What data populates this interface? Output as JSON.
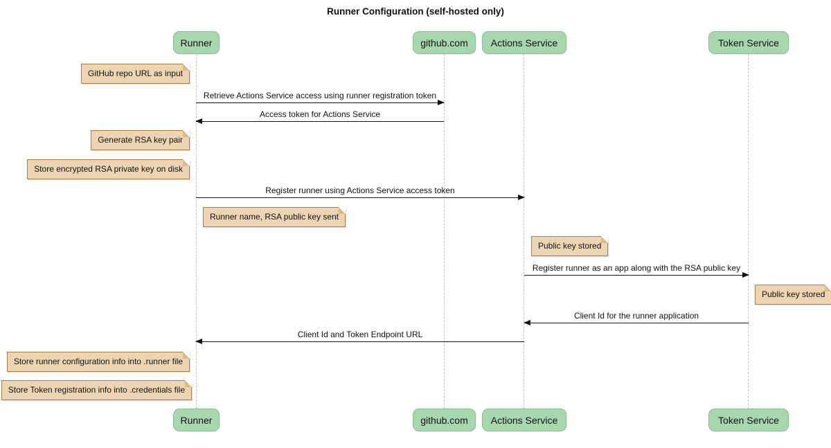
{
  "title": "Runner Configuration (self-hosted only)",
  "participants": [
    {
      "id": "runner",
      "label": "Runner"
    },
    {
      "id": "github",
      "label": "github.com"
    },
    {
      "id": "actions-service",
      "label": "Actions Service"
    },
    {
      "id": "token-service",
      "label": "Token Service"
    }
  ],
  "messages": [
    {
      "label": "Retrieve Actions Service access using runner registration token",
      "from": "Runner",
      "to": "github.com",
      "direction": "right"
    },
    {
      "label": "Access token for Actions Service",
      "from": "github.com",
      "to": "Runner",
      "direction": "left"
    },
    {
      "label": "Register runner using Actions Service access token",
      "from": "Runner",
      "to": "Actions Service",
      "direction": "right"
    },
    {
      "label": "Register runner as an app along with the RSA public key",
      "from": "Actions Service",
      "to": "Token Service",
      "direction": "right"
    },
    {
      "label": "Client Id for the runner application",
      "from": "Token Service",
      "to": "Actions Service",
      "direction": "left"
    },
    {
      "label": "Client Id and Token Endpoint URL",
      "from": "Actions Service",
      "to": "Runner",
      "direction": "left"
    }
  ],
  "notes": [
    {
      "label": "GitHub repo URL as input",
      "anchor": "Runner",
      "side": "left"
    },
    {
      "label": "Generate RSA key pair",
      "anchor": "Runner",
      "side": "left"
    },
    {
      "label": "Store encrypted RSA private key on disk",
      "anchor": "Runner",
      "side": "left"
    },
    {
      "label": "Runner name, RSA public key sent",
      "anchor": "Runner",
      "side": "right"
    },
    {
      "label": "Public key stored",
      "anchor": "Actions Service",
      "side": "right"
    },
    {
      "label": "Public key stored",
      "anchor": "Token Service",
      "side": "right"
    },
    {
      "label": "Store runner configuration info into .runner file",
      "anchor": "Runner",
      "side": "left"
    },
    {
      "label": "Store Token registration info into .credentials file",
      "anchor": "Runner",
      "side": "left"
    }
  ],
  "colors": {
    "participant_fill": "#A7D7AD",
    "participant_border": "#8BBE93",
    "note_fill": "#EDD4B2",
    "note_border": "#AE7D42",
    "note_fold": "#DDBA8C",
    "lifeline": "#C4C4C4",
    "arrow": "#111111",
    "title": "#111111"
  }
}
